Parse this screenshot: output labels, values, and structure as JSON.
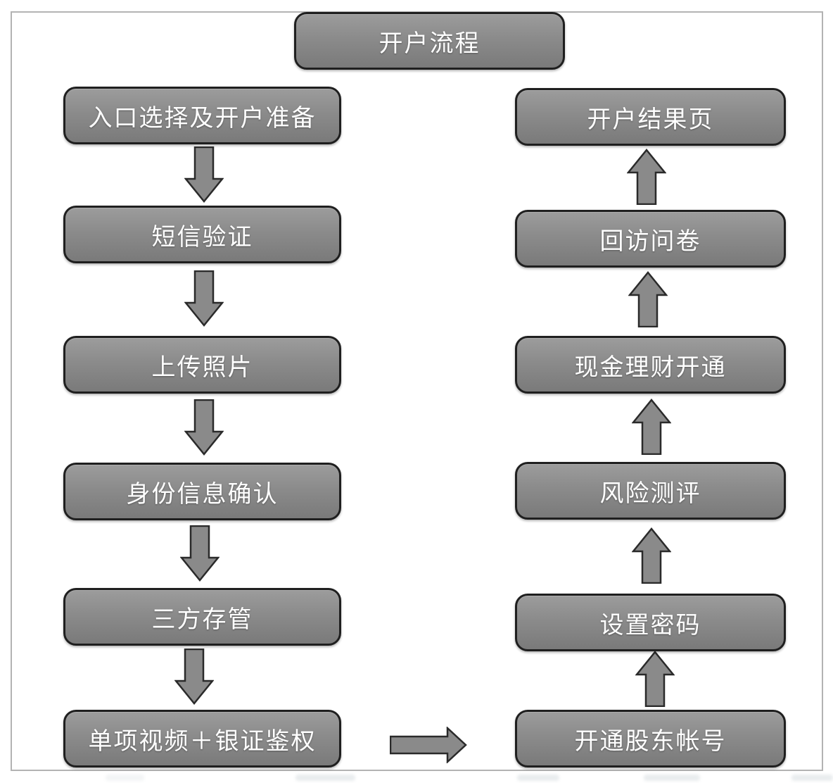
{
  "flowchart": {
    "title": "开户流程",
    "left_steps": [
      "入口选择及开户准备",
      "短信验证",
      "上传照片",
      "身份信息确认",
      "三方存管",
      "单项视频＋银证鉴权"
    ],
    "right_steps": [
      "开户结果页",
      "回访问卷",
      "现金理财开通",
      "风险测评",
      "设置密码",
      "开通股东帐号"
    ],
    "colors": {
      "box_fill_top": "#9c9c9c",
      "box_fill_bottom": "#7a7a7a",
      "box_border": "#1f1f1f",
      "box_text": "#ffffff",
      "arrow_fill": "#8a8a8a",
      "arrow_border": "#2a2a2a",
      "frame_border": "#b3b3b3",
      "background": "#ffffff"
    }
  }
}
